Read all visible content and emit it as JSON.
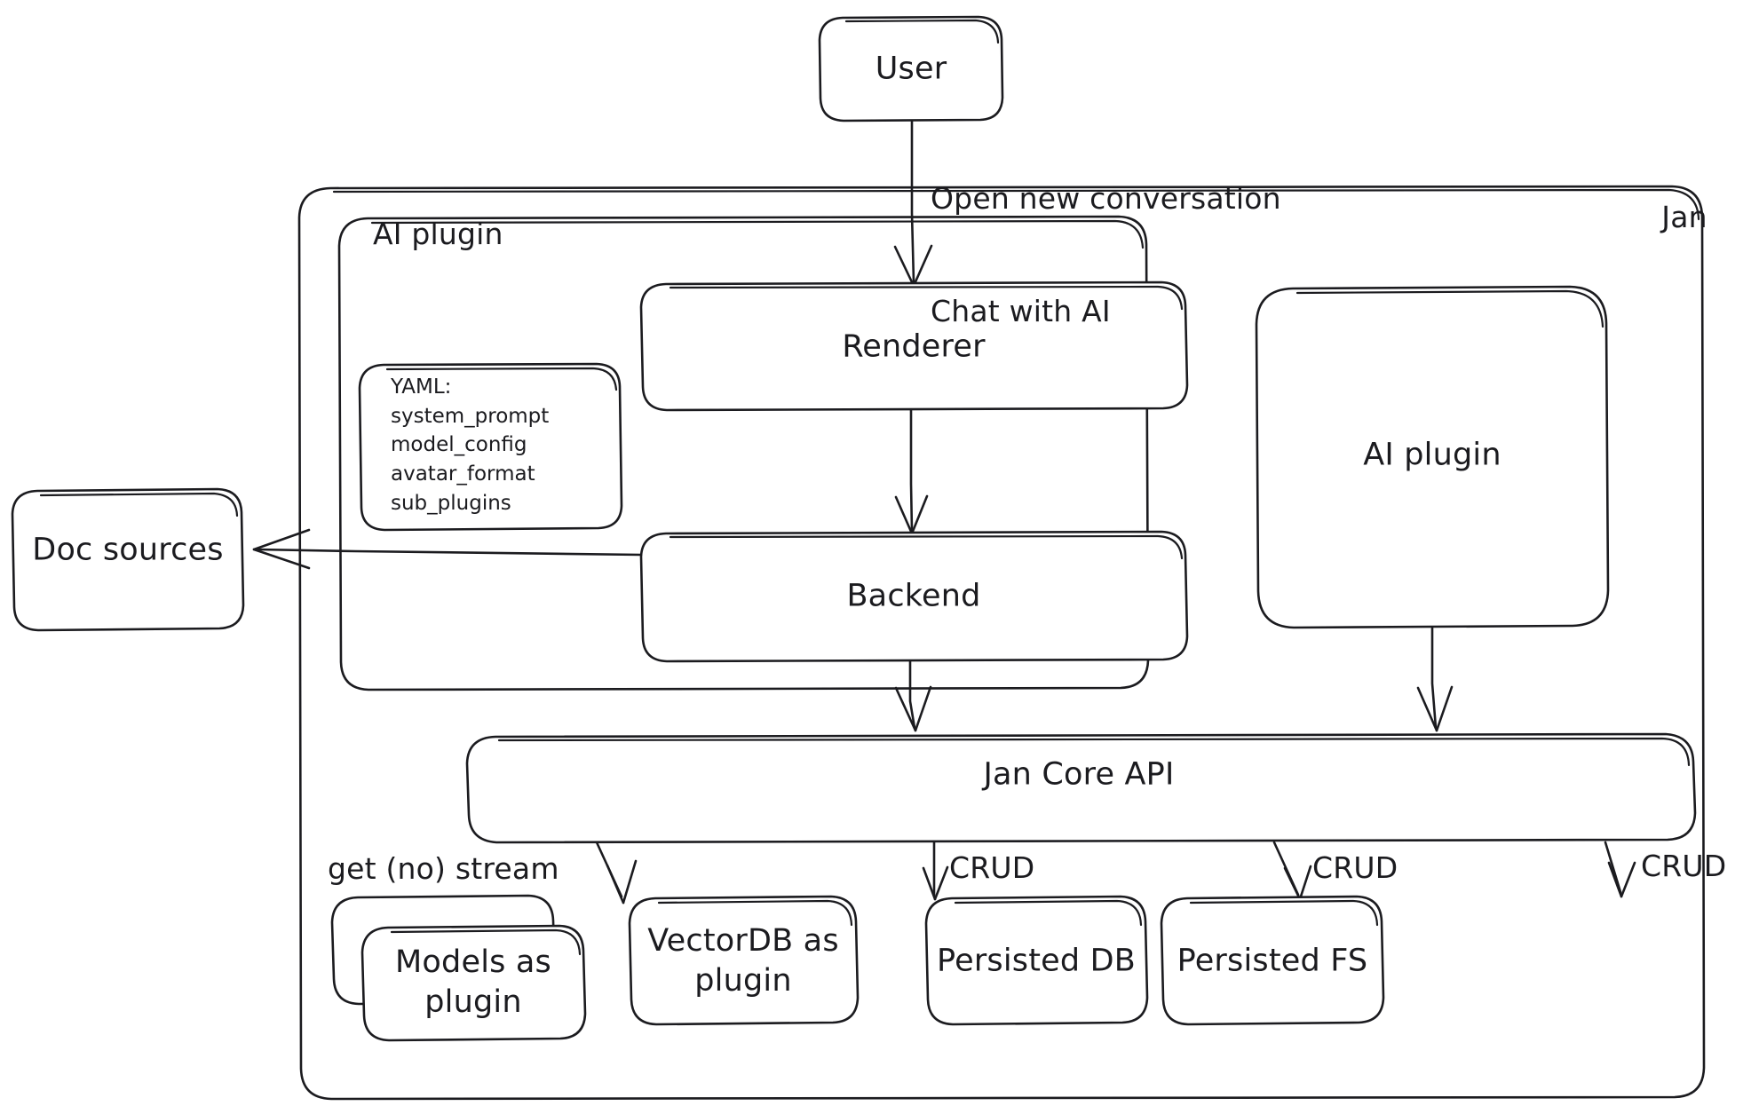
{
  "diagram": {
    "title": "Jan architecture overview",
    "style": "hand-drawn sketch",
    "stroke_color": "#1b1b1f",
    "background_color": "#ffffff"
  },
  "nodes": {
    "user": {
      "label": "User"
    },
    "doc_sources": {
      "label": "Doc sources"
    },
    "jan_container": {
      "label": "Jan"
    },
    "ai_plugin_group": {
      "label": "AI plugin"
    },
    "renderer": {
      "label": "Renderer"
    },
    "backend": {
      "label": "Backend"
    },
    "ai_plugin_right": {
      "label": "AI plugin"
    },
    "jan_core_api": {
      "label": "Jan Core API"
    },
    "models_plugin": {
      "label": "Models as\nplugin"
    },
    "vectordb_plugin": {
      "label": "VectorDB as\nplugin"
    },
    "persisted_db": {
      "label": "Persisted DB"
    },
    "persisted_fs": {
      "label": "Persisted FS"
    }
  },
  "yaml_card": {
    "title": "YAML:",
    "items": [
      "system_prompt",
      "model_config",
      "avatar_format",
      "sub_plugins"
    ]
  },
  "edges": [
    {
      "from": "user",
      "to": "renderer",
      "label": "Open new conversation\nChat with AI"
    },
    {
      "from": "renderer",
      "to": "backend",
      "label": ""
    },
    {
      "from": "backend",
      "to": "doc_sources",
      "label": ""
    },
    {
      "from": "backend",
      "to": "jan_core_api",
      "label": ""
    },
    {
      "from": "ai_plugin_right",
      "to": "jan_core_api",
      "label": ""
    },
    {
      "from": "jan_core_api",
      "to": "models_plugin",
      "label": "get (no) stream"
    },
    {
      "from": "jan_core_api",
      "to": "vectordb_plugin",
      "label": "CRUD"
    },
    {
      "from": "jan_core_api",
      "to": "persisted_db",
      "label": "CRUD"
    },
    {
      "from": "jan_core_api",
      "to": "persisted_fs",
      "label": "CRUD"
    }
  ],
  "edge_labels": {
    "user_to_renderer_line1": "Open new conversation",
    "user_to_renderer_line2": "Chat with AI",
    "models_stream": "get (no) stream",
    "crud_vectordb": "CRUD",
    "crud_db": "CRUD",
    "crud_fs": "CRUD"
  }
}
